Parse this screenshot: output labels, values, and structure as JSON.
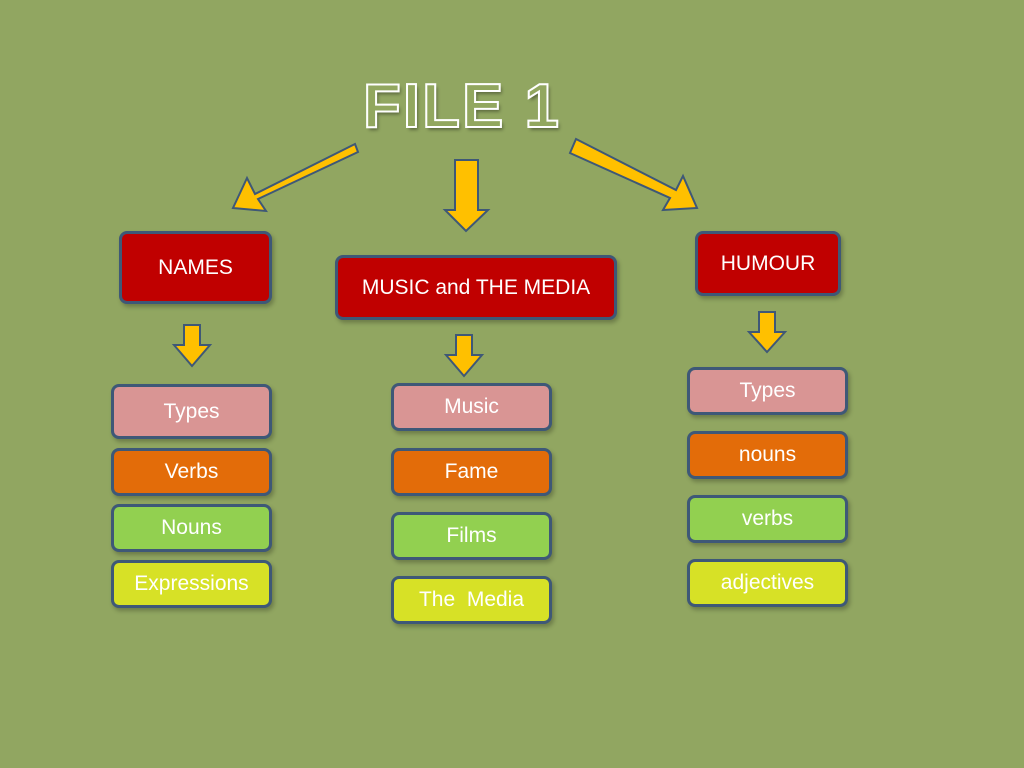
{
  "title": "FILE 1",
  "colors": {
    "background": "#91a661",
    "arrow_fill": "#ffc000",
    "box_border": "#3e5877",
    "header": "#c00000",
    "pink": "#d99594",
    "orange": "#e36c09",
    "green": "#92d050",
    "yellow": "#d7e126"
  },
  "columns": [
    {
      "header": "NAMES",
      "items": [
        "Types",
        "Verbs",
        "Nouns",
        "Expressions"
      ]
    },
    {
      "header": "MUSIC and THE MEDIA",
      "items": [
        "Music",
        "Fame",
        "Films",
        "The  Media"
      ]
    },
    {
      "header": "HUMOUR",
      "items": [
        "Types",
        "nouns",
        "verbs",
        "adjectives"
      ]
    }
  ]
}
